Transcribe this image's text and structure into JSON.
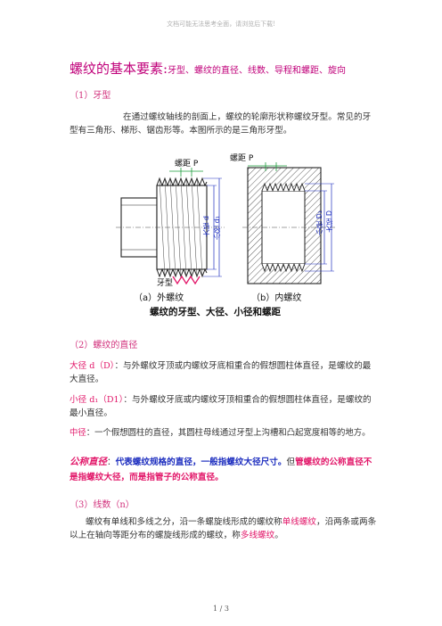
{
  "header_note": "文档可能无法思考全面，请浏览后下载!",
  "title": {
    "main": "螺纹的基本要素:",
    "sub": "牙型、螺纹的直径、线数、导程和螺距、旋向"
  },
  "section1": {
    "heading": "（1）牙型",
    "body": "在通过螺纹轴线的剖面上，螺纹的轮廓形状称螺纹牙型。常见的牙型有三角形、梯形、锯齿形等。本图所示的是三角形牙型。"
  },
  "figure": {
    "pitch_left": "螺距 P",
    "pitch_right": "螺距 P",
    "left_minor": "小径 d₁",
    "left_major": "大径 d",
    "right_minor": "小径 D₁",
    "right_major": "大径 D",
    "thread_form_label": "牙型",
    "caption_a": "（a）外螺纹",
    "caption_b": "（b）内螺纹",
    "caption": "螺纹的牙型、大径、小径和螺距"
  },
  "section2": {
    "heading": "（2）螺纹的直径",
    "major_term": "大径 d（D）",
    "major_text": "：与外螺纹牙顶或内螺纹牙底相重合的假想圆柱体直径，是螺纹的最大直径。",
    "minor_term": "小径 d₁（D1）",
    "minor_text": "：与外螺纹牙底或内螺纹牙顶相重合的假想圆柱体直径，是螺纹的最小直径。",
    "pitch_term": "中径",
    "pitch_text": "：一个假想圆柱的直径，其圆柱母线通过牙型上沟槽和凸起宽度相等的地方。",
    "nominal_term": "公称直径",
    "nominal_colon": "：",
    "nominal_text_a": "代表螺纹规格的直径，一般指螺纹大径尺寸。",
    "nominal_but": "但",
    "nominal_text_b": "管螺纹的公称直径不是指螺纹大径，而是指管子的公称直径。"
  },
  "section3": {
    "heading": "（3）线数（n）",
    "body_a": "螺纹有单线和多线之分，沿一条螺旋线形成的螺纹称",
    "single": "单线螺纹",
    "body_b": "，沿两条或两条以上在轴向等距分布的螺旋线形成的螺纹，称",
    "multi": "多线螺纹",
    "body_c": "。"
  },
  "footer": "1 / 3"
}
